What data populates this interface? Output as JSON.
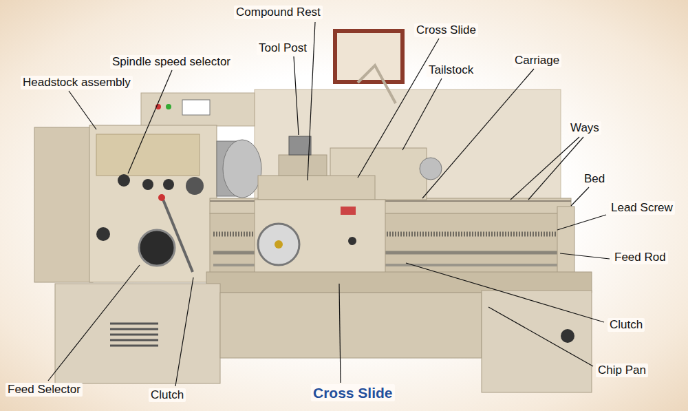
{
  "diagram": {
    "labels": [
      "Compound Rest",
      "Tool Post",
      "Cross Slide",
      "Spindle speed selector",
      "Tailstock",
      "Carriage",
      "Headstock assembly",
      "Ways",
      "Bed",
      "Lead Screw",
      "Feed Rod",
      "Clutch",
      "Chip Pan",
      "Feed Selector",
      "Clutch",
      "Cross Slide"
    ]
  }
}
